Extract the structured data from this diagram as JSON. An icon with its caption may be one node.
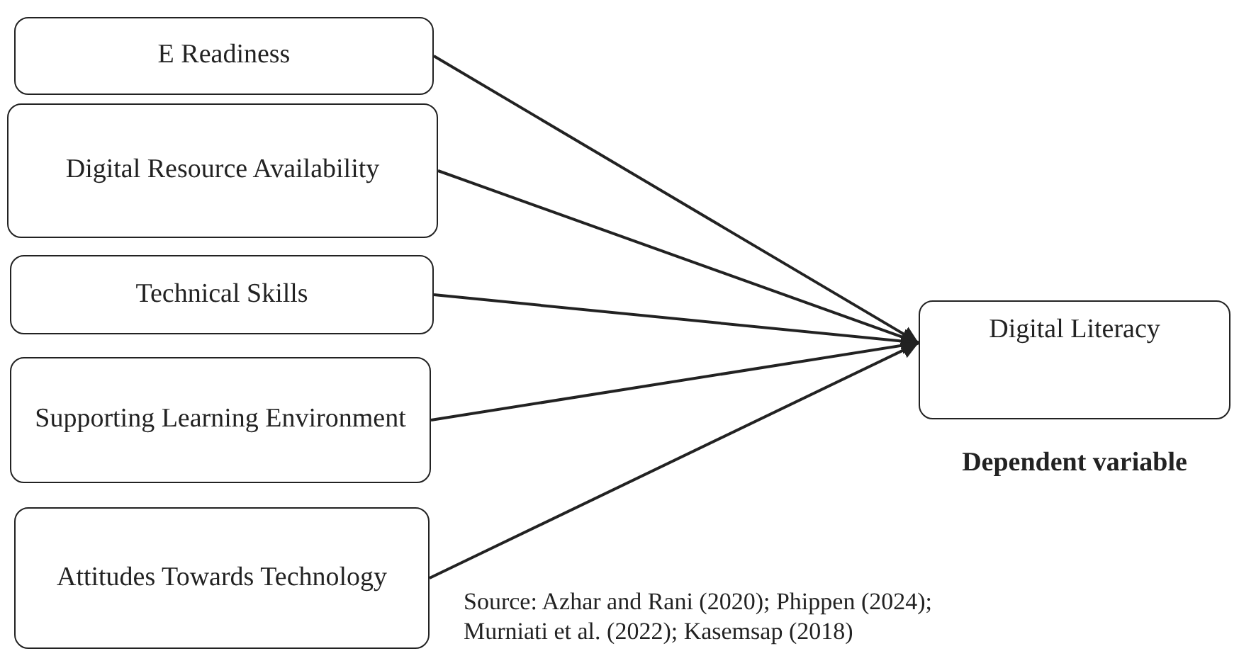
{
  "diagram": {
    "nodes": [
      {
        "text": [
          "E Readiness"
        ]
      },
      {
        "text": [
          "Digital Resource Availability"
        ]
      },
      {
        "text": [
          "Technical Skills"
        ]
      },
      {
        "text": [
          "Supporting Learning Environment"
        ]
      },
      {
        "text": [
          "Attitudes Towards Technology"
        ]
      },
      {
        "text": [
          "Digital Literacy"
        ],
        "beside": [
          "Dependent variable"
        ]
      }
    ],
    "edges": [
      {
        "from": 0,
        "to": 5,
        "arrow": "to"
      },
      {
        "from": 1,
        "to": 5,
        "arrow": "to"
      },
      {
        "from": 2,
        "to": 5,
        "arrow": "to"
      },
      {
        "from": 3,
        "to": 5,
        "arrow": "to"
      },
      {
        "from": 4,
        "to": 5,
        "arrow": "to"
      }
    ],
    "labels": [
      "Source: Azhar and Rani (2020); Phippen (2024); Murniati et al. (2022); Kasemsap (2018)"
    ]
  }
}
